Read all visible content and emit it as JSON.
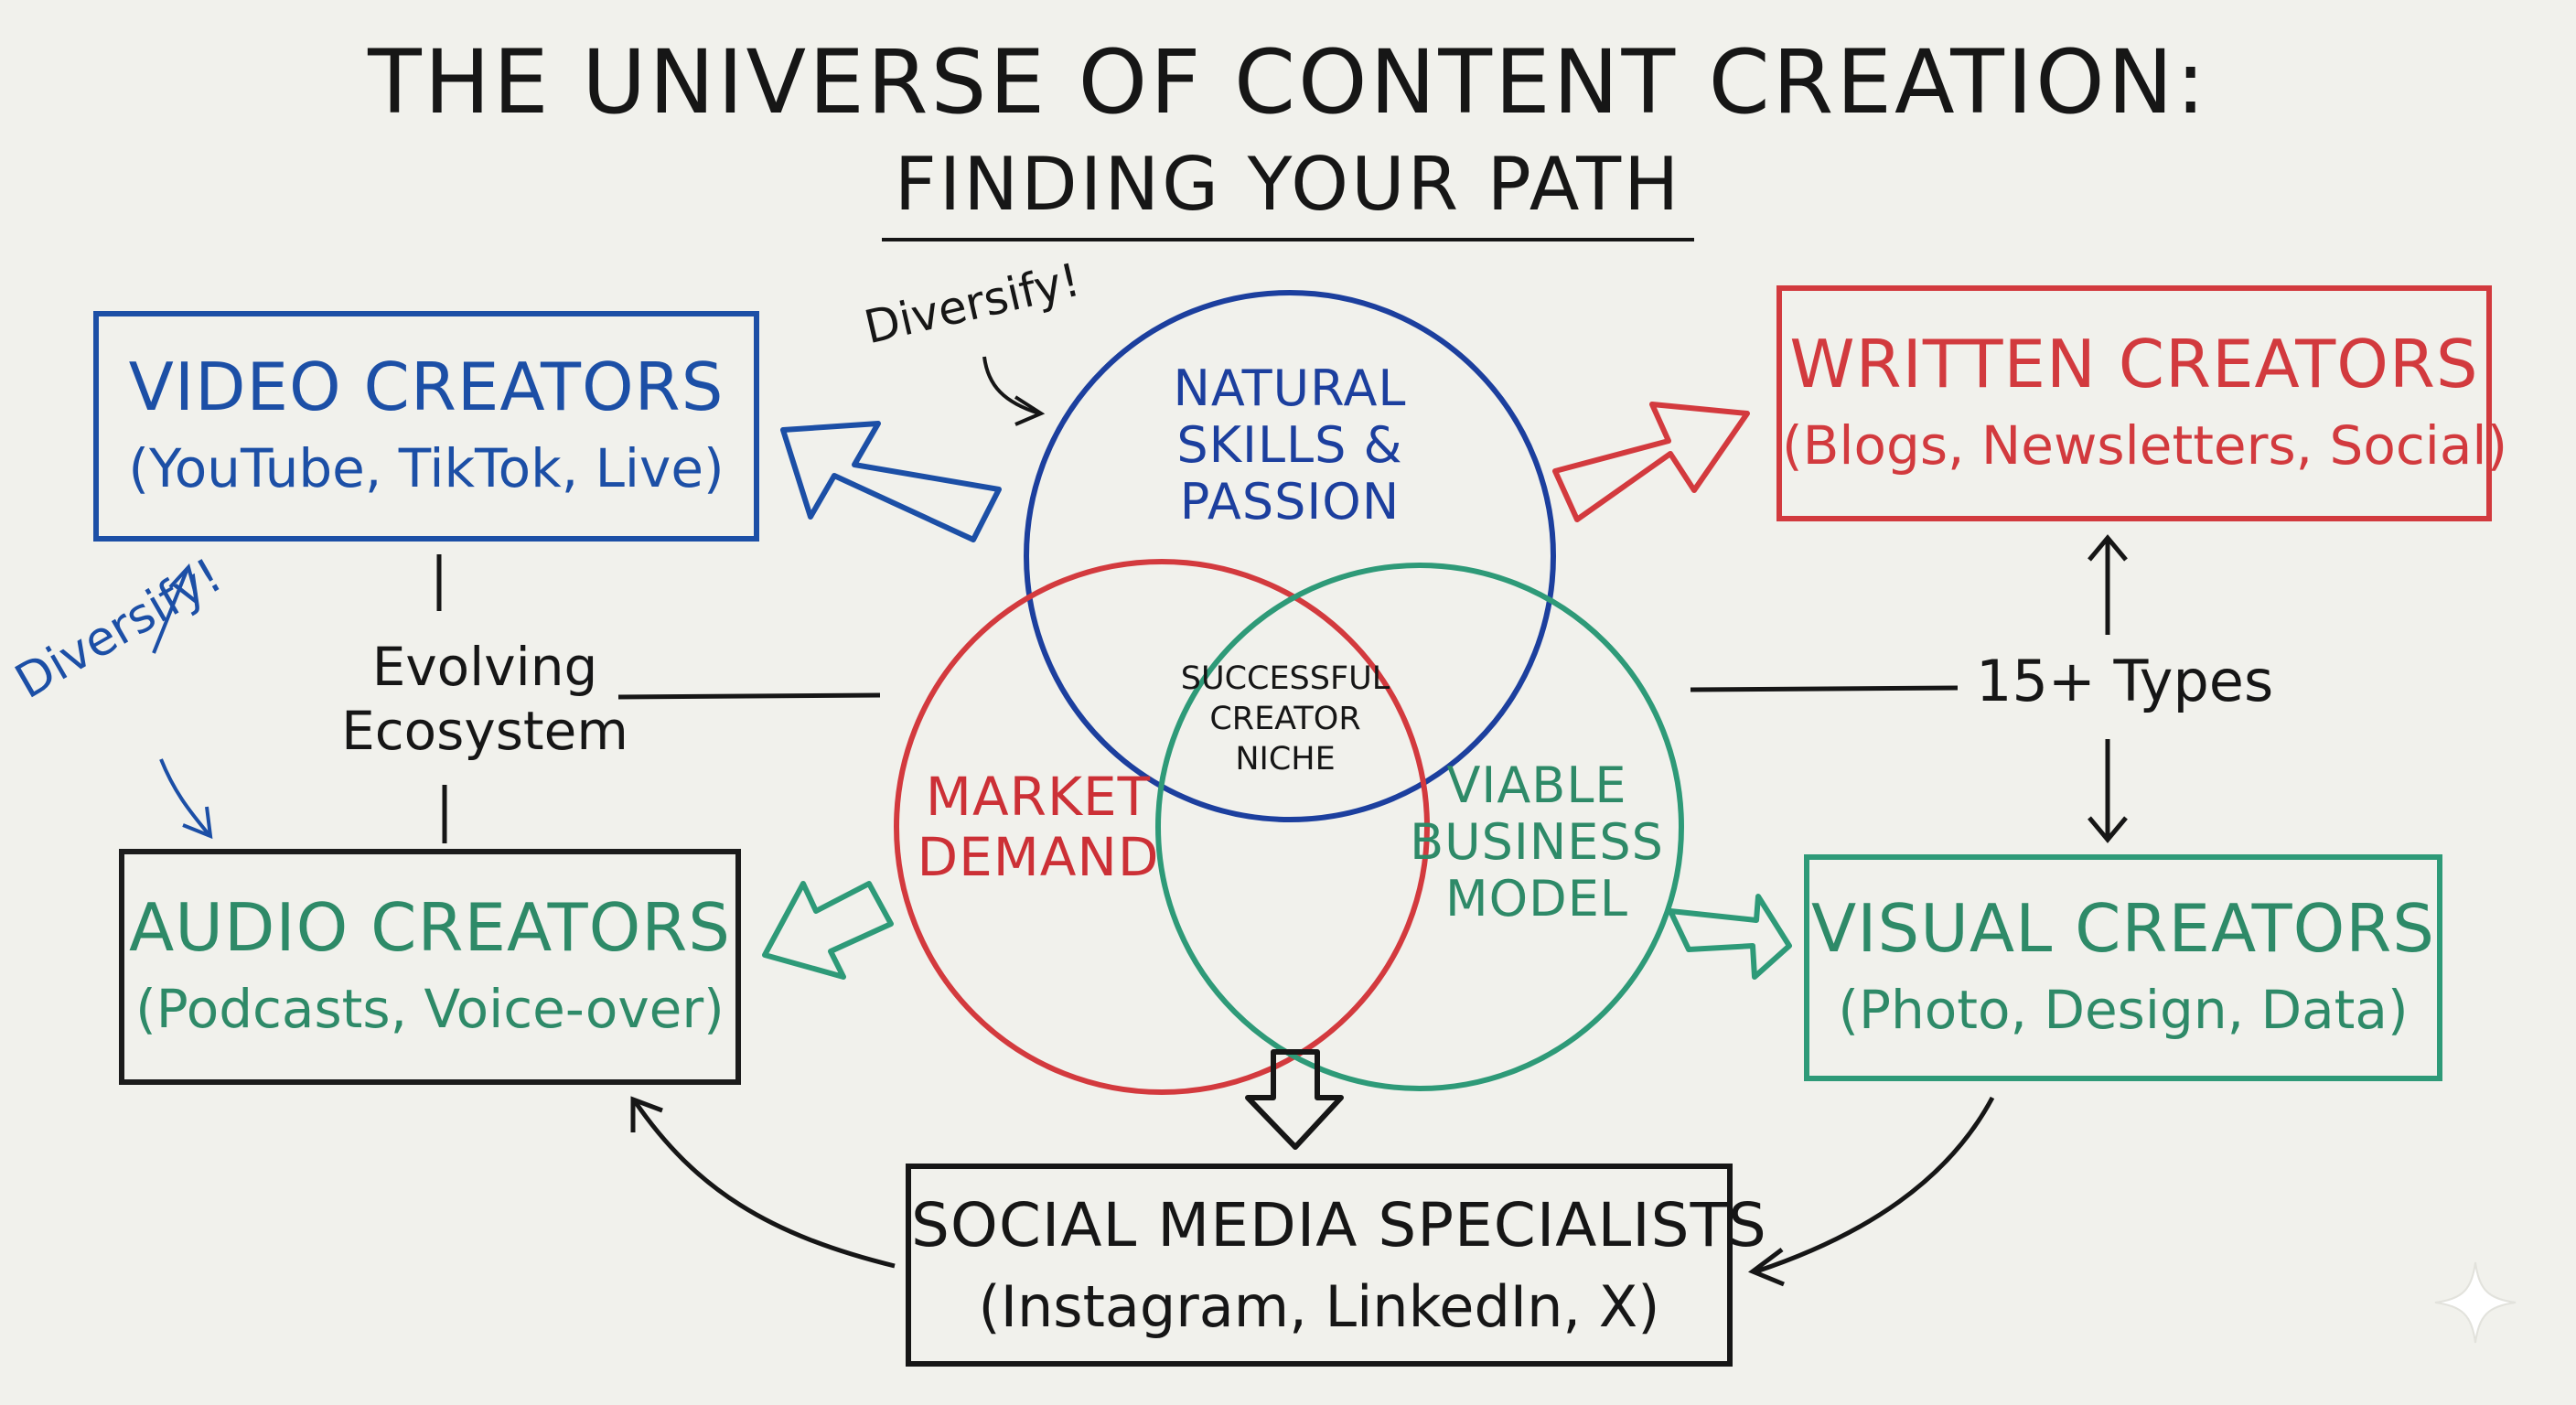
{
  "title": {
    "line1": "THE UNIVERSE OF CONTENT CREATION:",
    "line2": "FINDING YOUR PATH"
  },
  "venn": {
    "top": [
      "NATURAL",
      "SKILLS &",
      "PASSION"
    ],
    "left": [
      "MARKET",
      "DEMAND"
    ],
    "right": [
      "VIABLE",
      "BUSINESS",
      "MODEL"
    ],
    "center": [
      "SUCCESSFUL",
      "CREATOR",
      "NICHE"
    ]
  },
  "boxes": {
    "video": {
      "title": "VIDEO CREATORS",
      "subtitle": "(YouTube, TikTok, Live)"
    },
    "written": {
      "title": "WRITTEN CREATORS",
      "subtitle": "(Blogs, Newsletters, Social)"
    },
    "audio": {
      "title": "AUDIO CREATORS",
      "subtitle": "(Podcasts, Voice-over)"
    },
    "visual": {
      "title": "VISUAL CREATORS",
      "subtitle": "(Photo, Design, Data)"
    },
    "social": {
      "title": "SOCIAL MEDIA SPECIALISTS",
      "subtitle": "(Instagram, LinkedIn, X)"
    }
  },
  "annotations": {
    "evolving": [
      "Evolving",
      "Ecosystem"
    ],
    "types": "15+ Types",
    "diversify_top": "Diversify!",
    "diversify_left": "Diversify!"
  },
  "colors": {
    "blue": "#1c4fa6",
    "red": "#d23a3e",
    "green": "#2e8a68",
    "ink": "#161616",
    "board": "#f1f1ec"
  },
  "icons": {
    "watermark": "sparkle-icon"
  }
}
